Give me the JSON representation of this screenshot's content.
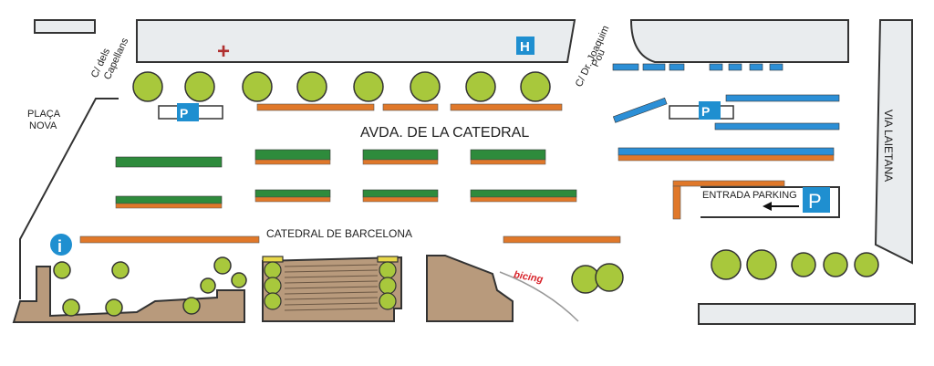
{
  "labels": {
    "street_capellans_1": "C/ dels",
    "street_capellans_2": "Capellans",
    "street_pou_1": "C/ Dr. Joaquim",
    "street_pou_2": "Pou",
    "placa_nova_1": "PLAÇA",
    "placa_nova_2": "NOVA",
    "avinguda": "AVDA. DE LA CATEDRAL",
    "catedral": "CATEDRAL DE BARCELONA",
    "via_laietana": "VIA LAIETANA",
    "entrada_parking": "ENTRADA PARKING",
    "bicing": "bicing"
  },
  "icons": {
    "hospital_cross": "+",
    "hotel": "H",
    "parking": "P",
    "info": "i"
  },
  "colors": {
    "stall_green": "#2e8b3c",
    "stall_orange": "#e0782a",
    "stall_blue": "#2c8fd6",
    "building_brown": "#b89a7c",
    "road_gray": "#e9ecee",
    "tree_green": "#a8c83c",
    "sign_blue": "#1f8fd0",
    "hospital_red": "#b03030",
    "bicing_red": "#d8232a"
  }
}
